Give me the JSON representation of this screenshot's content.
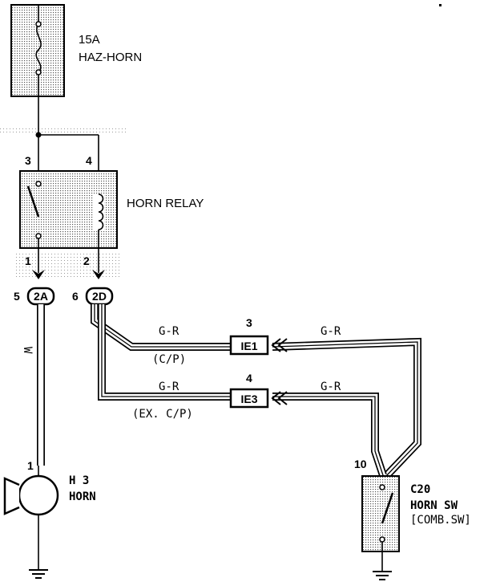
{
  "fuse": {
    "rating": "15A",
    "name": "HAZ-HORN"
  },
  "relay": {
    "name": "HORN RELAY",
    "pin_top_left": "3",
    "pin_top_right": "4",
    "pin_bottom_left": "1",
    "pin_bottom_right": "2"
  },
  "connectors": {
    "left": {
      "pin": "5",
      "label": "2A"
    },
    "right": {
      "pin": "6",
      "label": "2D"
    }
  },
  "wire_left_color": "W",
  "junctions": [
    {
      "pin": "3",
      "label": "IE1",
      "wire_left": "G-R",
      "wire_right": "G-R",
      "note": "(C/P)"
    },
    {
      "pin": "4",
      "label": "IE3",
      "wire_left": "G-R",
      "wire_right": "G-R",
      "note": "(EX. C/P)"
    }
  ],
  "horn": {
    "code": "H 3",
    "name": "HORN",
    "pin": "1"
  },
  "switch": {
    "code": "C20",
    "name": "HORN SW",
    "sub": "[COMB.SW]",
    "pin": "10"
  }
}
